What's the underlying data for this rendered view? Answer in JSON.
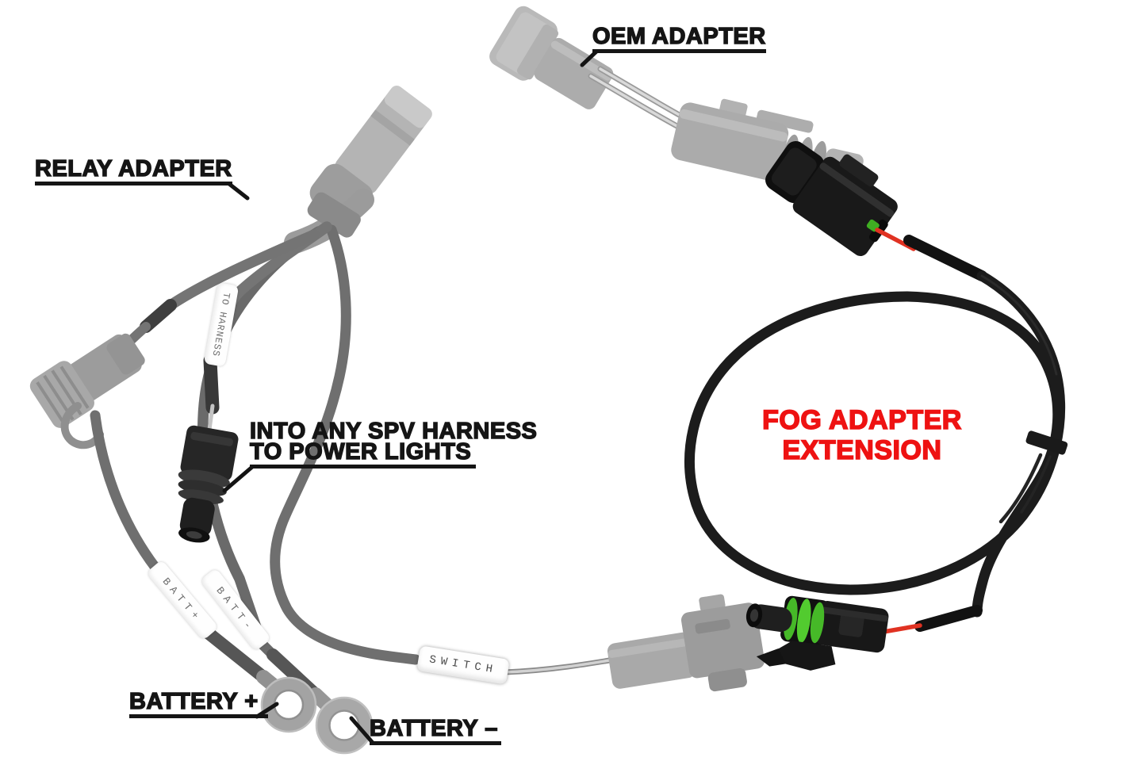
{
  "annotations": {
    "oem_adapter": "OEM ADAPTER",
    "relay_adapter": "RELAY ADAPTER",
    "spv_line1": "INTO ANY SPV HARNESS",
    "spv_line2": "TO POWER LIGHTS",
    "fog_line1": "FOG ADAPTER",
    "fog_line2": "EXTENSION",
    "battery_plus": "BATTERY +",
    "battery_minus": "BATTERY –"
  },
  "wire_labels": {
    "to_harness": "TO HARNESS",
    "batt_plus": "BATT+",
    "batt_minus": "BATT-",
    "switch": "SWITCH"
  },
  "colors": {
    "background": "#ffffff",
    "annotation_ink": "#151515",
    "annotation_red": "#ee1212",
    "cable_black": "#1c1c1c",
    "ghost_gray": "#a6a6a6",
    "seal_green": "#46b928",
    "wire_red": "#e03222",
    "sleeve_white": "#fefefe"
  }
}
